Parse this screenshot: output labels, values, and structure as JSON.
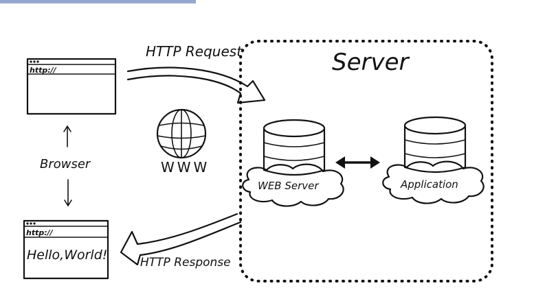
{
  "top_bar": {
    "color": "#3d5fa8"
  },
  "labels": {
    "http_request": "HTTP Request",
    "http_response": "HTTP Response",
    "server": "Server",
    "www": "WWW",
    "browser": "Browser",
    "web_server": "WEB Server",
    "application": "Application",
    "url_top": "http://",
    "url_bottom": "http://",
    "page_content": "Hello,World!"
  }
}
